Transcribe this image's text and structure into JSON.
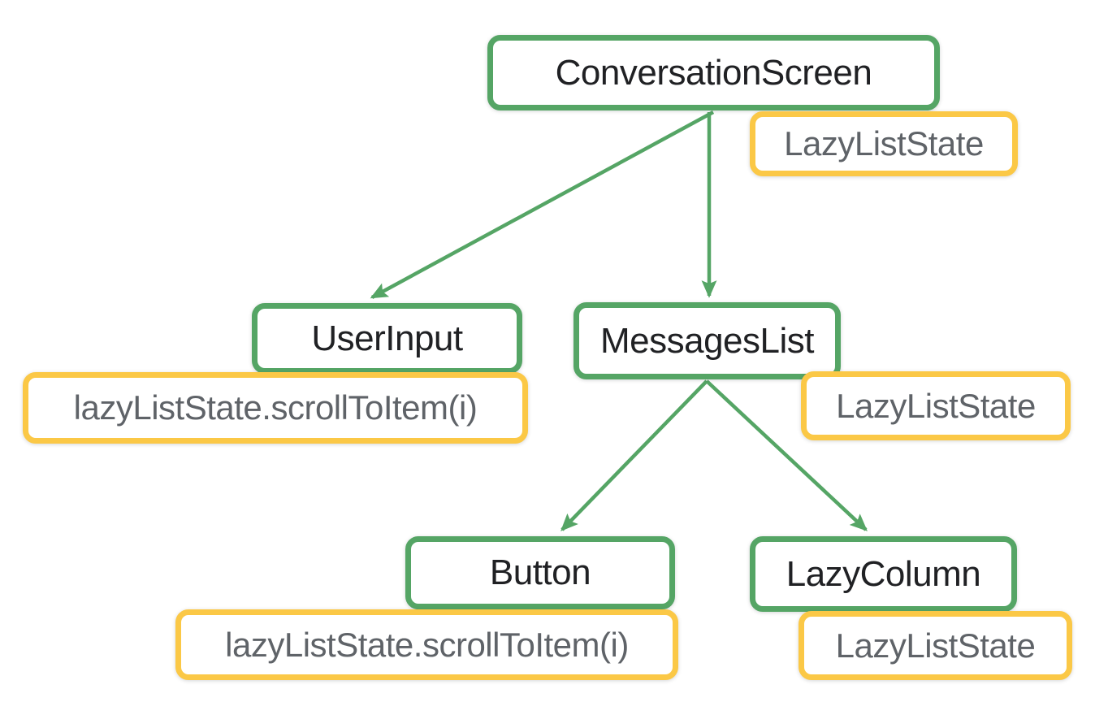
{
  "colors": {
    "background": "#ffffff",
    "node_border": "#55A565",
    "node_text": "#202124",
    "badge_border": "#FBC846",
    "badge_text": "#5F6368",
    "arrow": "#55A565"
  },
  "nodes": {
    "conversation_screen": {
      "label": "ConversationScreen"
    },
    "user_input": {
      "label": "UserInput"
    },
    "messages_list": {
      "label": "MessagesList"
    },
    "button": {
      "label": "Button"
    },
    "lazy_column": {
      "label": "LazyColumn"
    }
  },
  "badges": {
    "conversation_screen_state": {
      "label": "LazyListState"
    },
    "user_input_call": {
      "label": "lazyListState.scrollToItem(i)"
    },
    "messages_list_state": {
      "label": "LazyListState"
    },
    "button_call": {
      "label": "lazyListState.scrollToItem(i)"
    },
    "lazy_column_state": {
      "label": "LazyListState"
    }
  },
  "edges": [
    {
      "from": "ConversationScreen",
      "to": "UserInput"
    },
    {
      "from": "ConversationScreen",
      "to": "MessagesList"
    },
    {
      "from": "MessagesList",
      "to": "Button"
    },
    {
      "from": "MessagesList",
      "to": "LazyColumn"
    }
  ]
}
